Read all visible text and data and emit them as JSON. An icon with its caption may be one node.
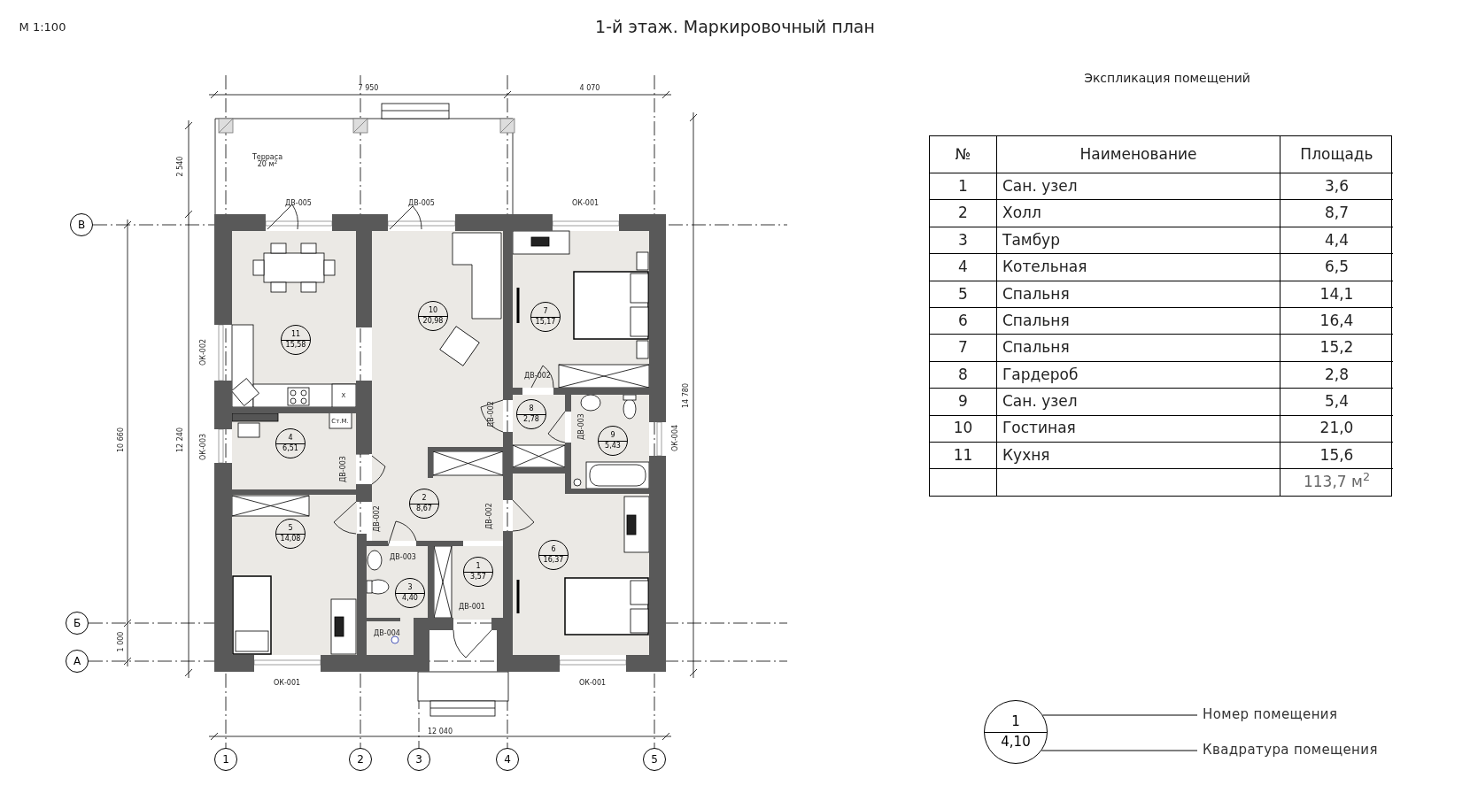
{
  "diagram": {
    "title": "1-й этаж. Маркировочный план",
    "nodes": [
      {
        "text": [
          "В"
        ]
      },
      {
        "text": [
          "10",
          "20,98"
        ]
      },
      {
        "text": [
          "7",
          "15,17"
        ]
      },
      {
        "text": [
          "11",
          "15,58"
        ]
      },
      {
        "text": [
          "8",
          "2,78"
        ]
      },
      {
        "text": [
          "9",
          "5,43"
        ]
      },
      {
        "text": [
          "4",
          "6,51"
        ]
      },
      {
        "text": [
          "2",
          "8,67"
        ]
      },
      {
        "text": [
          "5",
          "14,08"
        ]
      },
      {
        "text": [
          "6",
          "16,37"
        ]
      },
      {
        "text": [
          "1",
          "3,57"
        ]
      },
      {
        "text": [
          "3",
          "4,40"
        ]
      },
      {
        "text": [
          "Б"
        ]
      },
      {
        "text": [
          "А"
        ]
      },
      {
        "text": [
          "1"
        ]
      },
      {
        "text": [
          "2"
        ]
      },
      {
        "text": [
          "3"
        ]
      },
      {
        "text": [
          "4"
        ]
      },
      {
        "text": [
          "5"
        ]
      },
      {
        "text": [
          "1",
          "4,10"
        ]
      },
      {
        "text": [
          "Номер помещения"
        ]
      },
      {
        "text": [
          "Квадратура помещения"
        ]
      }
    ],
    "edges": [
      {
        "from": 19,
        "to": 20,
        "arrow": "none"
      },
      {
        "from": 19,
        "to": 21,
        "arrow": "none"
      }
    ],
    "labels": [
      "М 1:100",
      "7 950",
      "4 070",
      "Терраса 20 м$^{2}$",
      "2 540",
      "ДВ-005",
      "ДВ-005",
      "ОК-001",
      "ОК-002",
      "10 660",
      "12 240",
      "ОК-003",
      "Х",
      "ДВ-002",
      "14 780",
      "Ст.М.",
      "ДВ-002",
      "ДВ-003",
      "ОК-004",
      "ДВ-003",
      "ДВ-002",
      "ДВ-002",
      "ДВ-003",
      "ДВ-001",
      "ДВ-004",
      "1 000",
      "ОК-001",
      "ОК-001",
      "12 040",
      "Экспликация помещений",
      "№",
      "Наименование",
      "Площадь",
      "1",
      "Сан. узел",
      "3,6",
      "2",
      "Холл",
      "8,7",
      "3",
      "Тамбур",
      "4,4",
      "4",
      "Котельная",
      "6,5",
      "5",
      "Спальня",
      "14,1",
      "6",
      "Спальня",
      "16,4",
      "7",
      "Спальня",
      "15,2",
      "8",
      "Гардероб",
      "2,8",
      "9",
      "Сан. узел",
      "5,4",
      "10",
      "Гостиная",
      "21,0",
      "11",
      "Кухня",
      "15,6",
      "113,7 м$^{2}$"
    ]
  }
}
